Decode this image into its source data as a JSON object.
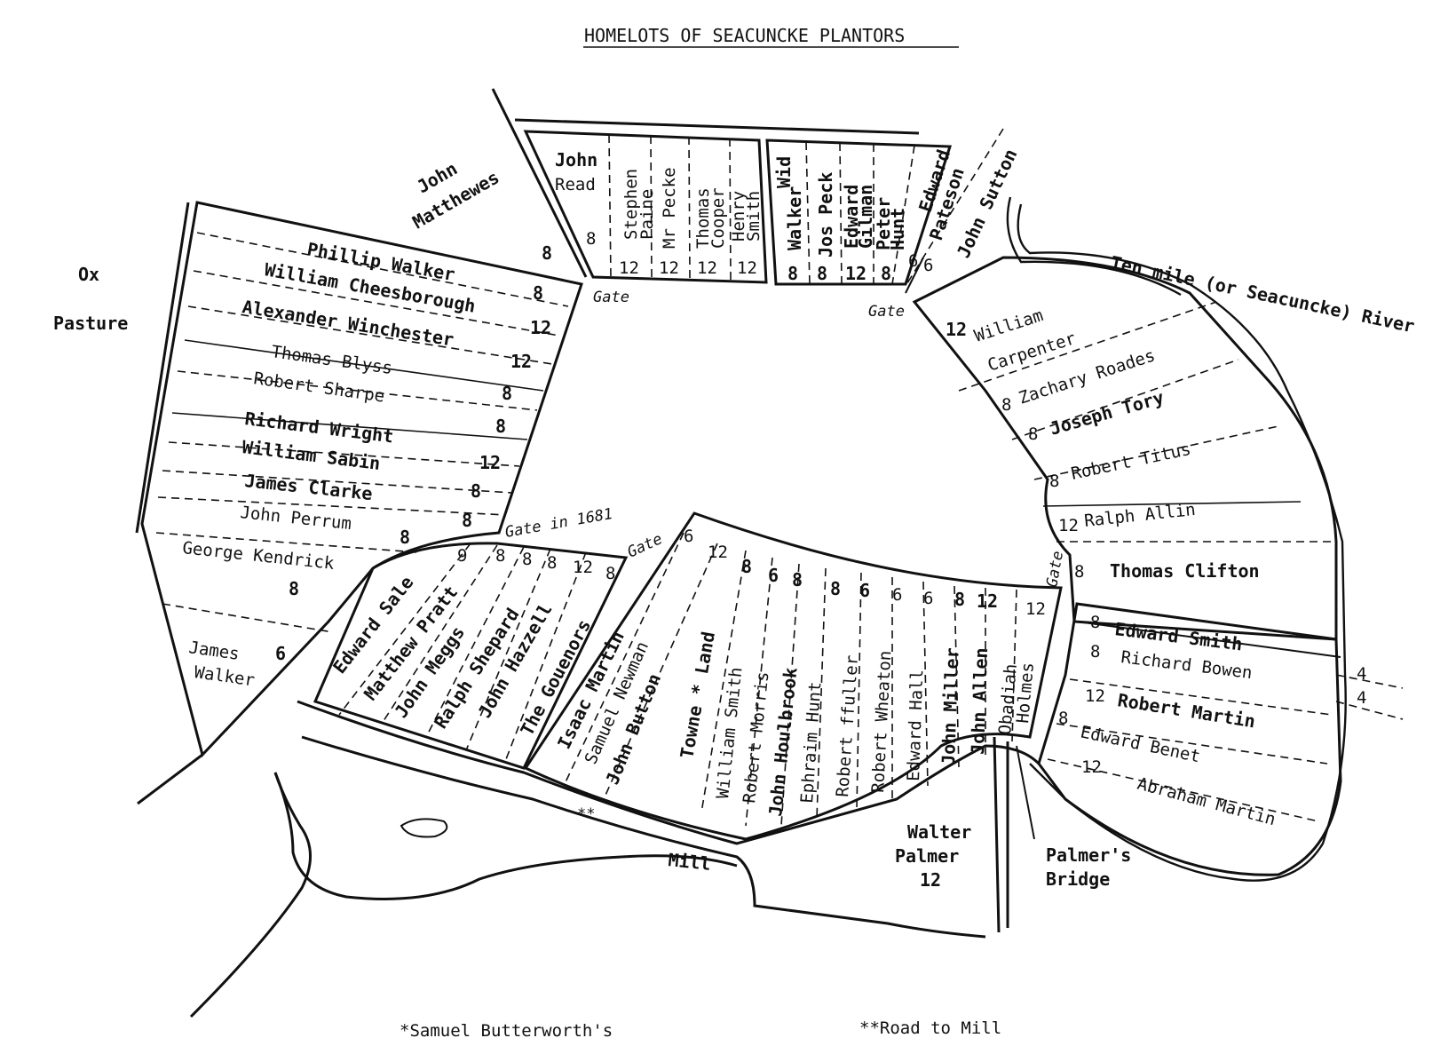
{
  "title": "HOMELOTS OF SEACUNCKE PLANTORS",
  "areas": {
    "ox": "Ox",
    "pasture": "Pasture",
    "john_matthewes_1": "John",
    "john_matthewes_2": "Matthewes",
    "river": "Ten mile (or Seacuncke) River",
    "mill": "Mill",
    "walter_palmer_1": "Walter",
    "walter_palmer_2": "Palmer",
    "walter_palmer_3": "12",
    "palmers_bridge_1": "Palmer's",
    "palmers_bridge_2": "Bridge",
    "double_star": "**"
  },
  "gates": {
    "g1": "Gate",
    "g2": "Gate",
    "g3": "Gate in 1681",
    "g4": "Gate",
    "g5": "Gate"
  },
  "west_lots": [
    {
      "name": "Phillip Walker",
      "num": "8"
    },
    {
      "name": "William Cheesborough",
      "num": "12"
    },
    {
      "name": "Alexander Winchester",
      "num": "12"
    },
    {
      "name": "Thomas Blyss",
      "num": "8"
    },
    {
      "name": "Robert Sharpe",
      "num": "8"
    },
    {
      "name": "Richard Wright",
      "num": "12"
    },
    {
      "name": "William Sabin",
      "num": "8"
    },
    {
      "name": "James Clarke",
      "num": "8"
    },
    {
      "name": "John Perrum",
      "num": "8"
    },
    {
      "name": "George Kendrick",
      "num": "8"
    },
    {
      "name": "James",
      "name2": "Walker",
      "num": "6"
    }
  ],
  "north_lots": {
    "john_read_1": "John",
    "john_read_2": "Read",
    "john_read_num": "8",
    "outer_num": "8",
    "stephen_1": "Stephen",
    "stephen_2": "Paine",
    "mr_pecke": "Mr Pecke",
    "thomas_1": "Thomas",
    "thomas_2": "Cooper",
    "henry_1": "Henry",
    "henry_2": "Smith",
    "nums": [
      "12",
      "12",
      "12",
      "12"
    ]
  },
  "northeast_lots": {
    "wid_1": "Wid",
    "wid_2": "Walker",
    "jos_peck": "Jos Peck",
    "edward_1": "Edward",
    "edward_2": "Gilman",
    "peter_1": "Peter",
    "peter_2": "Hunt",
    "pateson_1": "Edward",
    "pateson_2": "Pateson",
    "john_sutton": "John Sutton",
    "nums": [
      "8",
      "8",
      "12",
      "8",
      "6",
      "6"
    ]
  },
  "east_lots": [
    {
      "num": "12",
      "name": "William",
      "name2": "Carpenter"
    },
    {
      "num": "8",
      "name": "Zachary Roades"
    },
    {
      "num": "8",
      "name": "Joseph Tory"
    },
    {
      "num": "8",
      "name": "Robert Titus"
    },
    {
      "num": "12",
      "name": "Ralph Allin"
    },
    {
      "num": "8",
      "name": "Thomas Clifton"
    }
  ],
  "southeast_lots": [
    {
      "num": "8",
      "name": "Edward Smith"
    },
    {
      "num": "8",
      "name": "Richard Bowen"
    },
    {
      "num": "12",
      "name": "Robert Martin"
    },
    {
      "num": "8",
      "name": "Edward Benet"
    },
    {
      "num": "12",
      "name": "Abraham Martin"
    }
  ],
  "side_nums": [
    "4",
    "4"
  ],
  "southwest_lots": {
    "names": [
      "Edward Sale",
      "Matthew Pratt",
      "John Meggs",
      "Ralph Shepard",
      "John Hazzell",
      "The Gouenors"
    ],
    "nums": [
      "9",
      "8",
      "8",
      "8",
      "12",
      "8"
    ]
  },
  "south_lots": {
    "names": [
      "Isaac Martin",
      "Samuel Newman",
      "John Button",
      "Towne * Land",
      "William Smith",
      "Robert Morris",
      "John Houlbrook",
      "Ephraim Hunt",
      "Robert ffuller",
      "Robert Wheaton",
      "Edward Hall",
      "John Miller",
      "John Allen",
      "Obadiah",
      "Holmes"
    ],
    "nums": [
      "6",
      "12",
      "8",
      "6",
      "8",
      "8",
      "6",
      "6",
      "6",
      "8",
      "12",
      "12"
    ]
  },
  "footnotes": {
    "star": "*Samuel Butterworth's",
    "double_star": "**Road to Mill"
  }
}
